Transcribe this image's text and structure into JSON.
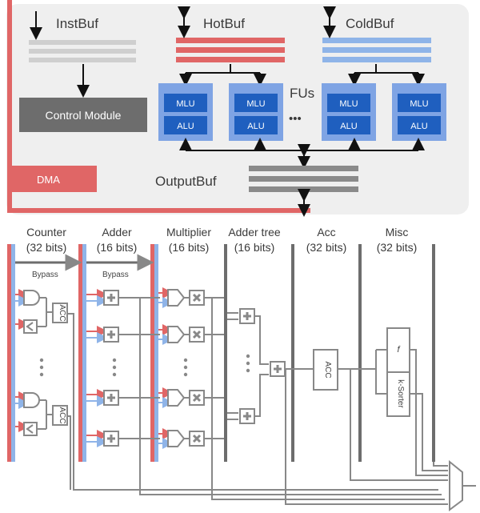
{
  "top": {
    "instbuf": "InstBuf",
    "hotbuf": "HotBuf",
    "coldbuf": "ColdBuf",
    "control_module": "Control Module",
    "fus": "FUs",
    "ellipsis": "•••",
    "dma": "DMA",
    "outputbuf": "OutputBuf",
    "mlu": "MLU",
    "alu": "ALU"
  },
  "pipeline": {
    "stages": [
      {
        "name": "Counter",
        "bits": "(32 bits)"
      },
      {
        "name": "Adder",
        "bits": "(16 bits)"
      },
      {
        "name": "Multiplier",
        "bits": "(16 bits)"
      },
      {
        "name": "Adder tree",
        "bits": "(16 bits)"
      },
      {
        "name": "Acc",
        "bits": "(32 bits)"
      },
      {
        "name": "Misc",
        "bits": "(32 bits)"
      }
    ],
    "bypass": "Bypass",
    "acc_block": "ACC",
    "acc_short": "ACC",
    "sorter": "k-Sorter",
    "func": "f"
  },
  "colors": {
    "red": "#e06666",
    "blue": "#8fb4e8",
    "fu_outer": "#7fa4e4",
    "fu_inner": "#1f5fbf",
    "gray_dark": "#6d6d6d",
    "gray_line": "#888888",
    "panel": "#efefef"
  }
}
